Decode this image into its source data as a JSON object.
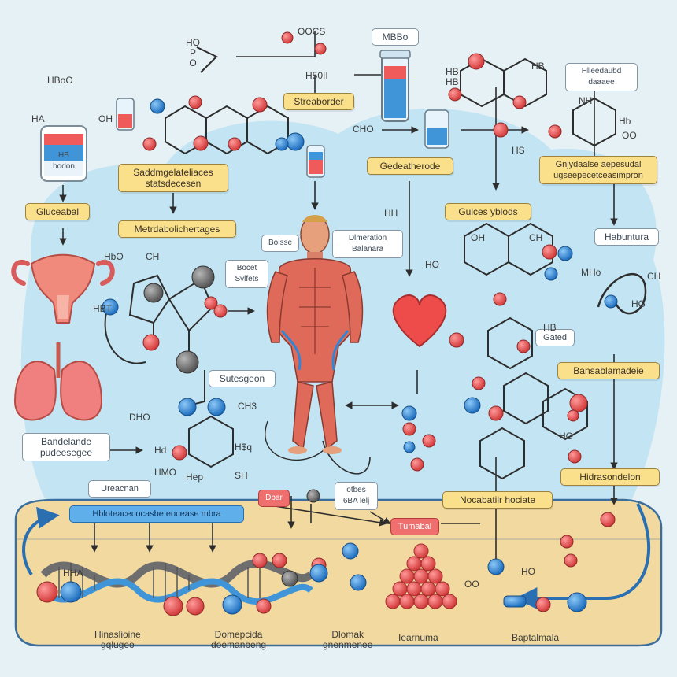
{
  "labels": {
    "top_left_formula": "HO\nP\nO",
    "top_center_formula": "OOCS",
    "top_mbbo": "MBBo",
    "top_right_note": "Hlleedaubd\ndaaaee",
    "vial_label": "HB\nbodon",
    "streaborder": "Streaborder",
    "gedeatherode": "Gedeatherode",
    "gluceabal": "Gluceabal",
    "saddmgelateliaces": "Saddmgelateliaces\nstatsdecesen",
    "metabolic_heritages": "Metrdabolichertages",
    "boisse": "Boisse",
    "dinnation_balanara": "Dlmeration\nBalanara",
    "gluces_yblods": "Gulces yblods",
    "conjugate_box": "Gnjydaalse aepesudal\nugseepecetceasimpron",
    "habuntura": "Habuntura",
    "sugar_loop": "Bocet\nSvlfets",
    "sutesgeon": "Sutesgeon",
    "bandalande": "Bandelande\npudeesegee",
    "uaeacnan": "Ureacnan",
    "hmoleculegroup": "Hbloteacecocasbe eocease mbra",
    "dbarr": "Dbar",
    "obtes": "otbes\n6BA lelj",
    "tumabal": "Tumabal",
    "nocabatir": "Nocabatilr hociate",
    "bansablamode": "Bansablamadeie",
    "hidrasondelon": "Hidrasondelon",
    "gated": "Gated",
    "bottom_1": "Hinaslioine\ngqlugeo",
    "bottom_2": "Domepcida\ndoemanbeng",
    "bottom_3": "Dlomak\ngnenmenee",
    "bottom_4": "Iearnuma",
    "bottom_5": "Baptalmala",
    "formula_hboo": "HBoO",
    "formula_hsoii": "H50II",
    "formula_ha": "HA",
    "formula_oh": "OH",
    "formula_hb_hb": "HB\nHB",
    "formula_cho": "CHO",
    "formula_hb": "HB",
    "formula_hd": "Hd",
    "formula_hmo": "HMO",
    "formula_hsq": "H$q",
    "formula_nh": "NH",
    "formula_hb2": "Hb",
    "formula_ch": "CH",
    "formula_ch3": "CH3",
    "formula_ch_right": "CH",
    "formula_ho_right": "HO",
    "formula_mhao": "MHo",
    "formula_hbo": "HbO",
    "formula_hbt": "HBT",
    "formula_hbl": "HB",
    "formula_ho_mid": "HO",
    "formula_hep": "Hep",
    "formula_ho2": "HO",
    "formula_sh": "SH",
    "formula_hh": "HH",
    "formula_oo": "OO",
    "formula_dho": "DHO",
    "formula_hs": "HS",
    "formula_hg": "HG",
    "formula_hha": "HHA",
    "formula_ohh": "OH",
    "formula_ch2": "CH"
  },
  "colors": {
    "bg": "#e6f1f6",
    "cloud": "#bfe2f2",
    "ground": "#f2d9a0",
    "muscle": "#e06a5a",
    "heart": "#ee4b4b",
    "atom_red": "#e64a4a",
    "atom_blue": "#2f86d6",
    "atom_grey": "#6f6f6f",
    "line": "#2d2d2d"
  },
  "icons": [
    "vial-icon",
    "beaker-icon",
    "uterus-icon",
    "lungs-icon",
    "human-body-icon",
    "heart-icon",
    "dna-helix-icon",
    "sphere-pile-icon",
    "loop-arrow-icon"
  ]
}
